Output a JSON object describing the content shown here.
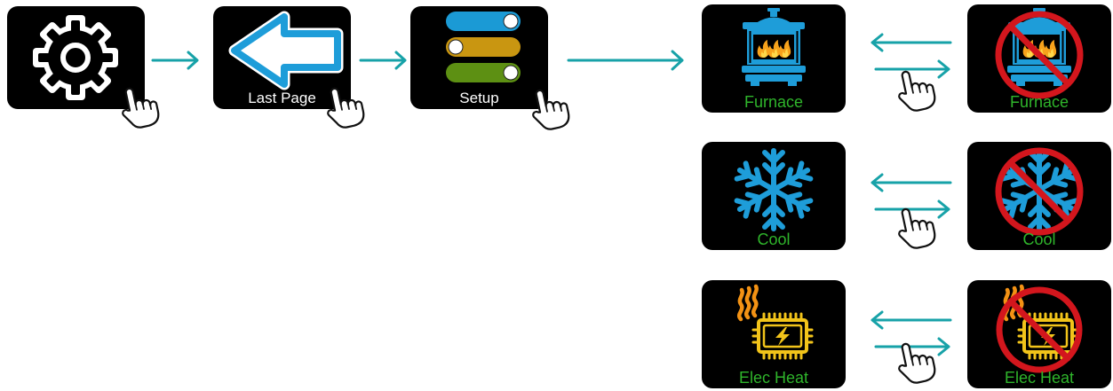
{
  "colors": {
    "button_bg": "#000000",
    "flow_arrow": "#17a2a8",
    "nav_label": "#ffffff",
    "toggle_label": "#2fb52b",
    "icon_blue": "#1e9dd9",
    "flame": "#f7a21b",
    "flame_core": "#ffd84a",
    "heater": "#f2c41a",
    "heat_wave": "#f39214",
    "prohibit": "#d3161d"
  },
  "navigation": {
    "settings_button": {
      "icon": "gear-icon"
    },
    "last_page_button": {
      "icon": "arrow-left-icon",
      "label": "Last Page"
    },
    "setup_button": {
      "icon": "toggle-switches-icon",
      "label": "Setup",
      "switches": [
        {
          "color": "#1b9ad5",
          "on": true
        },
        {
          "color": "#c99611",
          "on": false
        },
        {
          "color": "#5d9013",
          "on": true
        }
      ]
    }
  },
  "gesture_icon": "hand-pointer-icon",
  "toggle_rows": [
    {
      "enabled": {
        "icon": "furnace-icon",
        "label": "Furnace"
      },
      "disabled": {
        "icon": "furnace-icon",
        "overlay_icon": "prohibited-icon",
        "label": "Furnace"
      }
    },
    {
      "enabled": {
        "icon": "snowflake-icon",
        "label": "Cool"
      },
      "disabled": {
        "icon": "snowflake-icon",
        "overlay_icon": "prohibited-icon",
        "label": "Cool"
      }
    },
    {
      "enabled": {
        "icon": "electric-heater-icon",
        "label": "Elec Heat"
      },
      "disabled": {
        "icon": "electric-heater-icon",
        "overlay_icon": "prohibited-icon",
        "label": "Elec Heat"
      }
    }
  ]
}
